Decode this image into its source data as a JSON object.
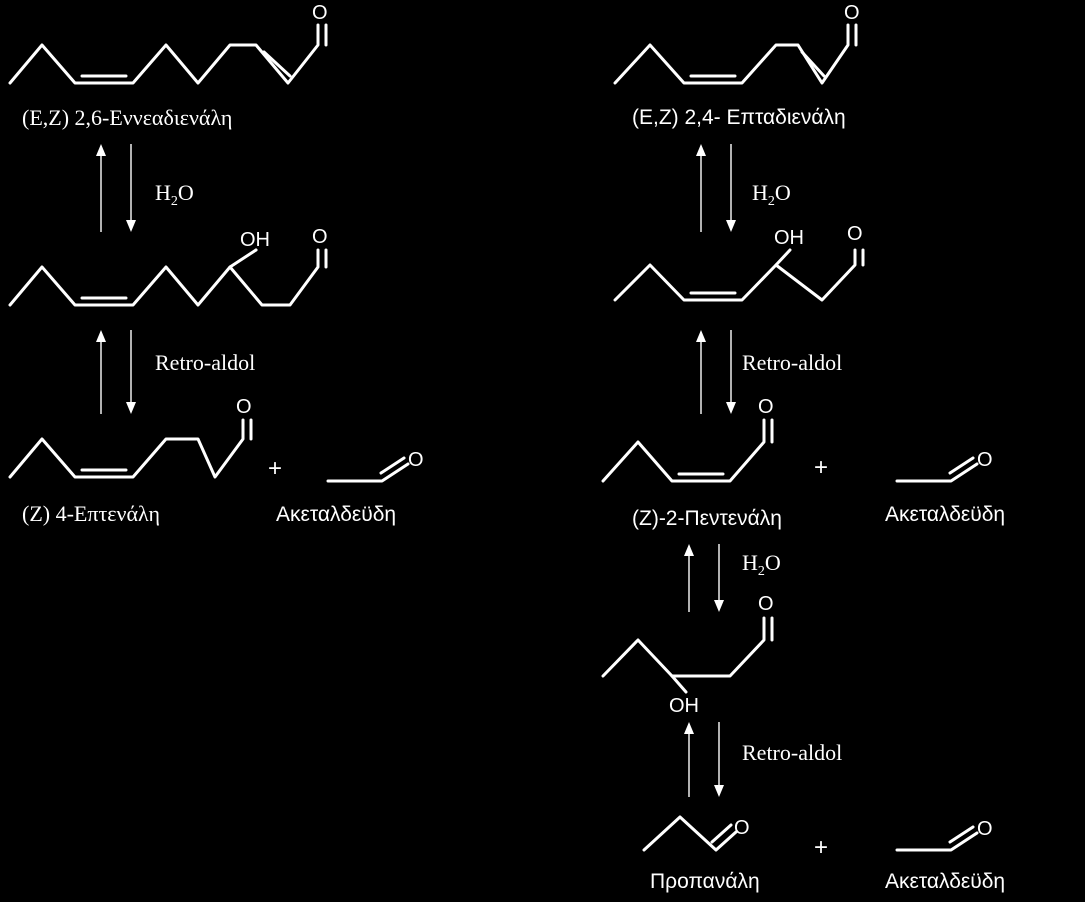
{
  "left": {
    "label_top": "(E,Z) 2,6-Εννεαδιενάλη",
    "reagent_1": "H",
    "reagent_1_sub": "2",
    "reagent_1_tail": "O",
    "hydroxyl": "OH",
    "reagent_2": "Retro-aldol",
    "label_bottom": "(Z) 4-Επτενάλη",
    "plus": "+",
    "label_acetaldehyde": "Ακεταλδεϋδη"
  },
  "right": {
    "label_top": "(E,Z) 2,4- Επταδιενάλη",
    "reagent_1": "H",
    "reagent_1_sub": "2",
    "reagent_1_tail": "O",
    "hydroxyl": "OH",
    "reagent_2": "Retro-aldol",
    "label_mid": "(Z)-2-Πεντενάλη",
    "plus_1": "+",
    "label_acetaldehyde_1": "Ακεταλδεϋδη",
    "reagent_3": "H",
    "reagent_3_sub": "2",
    "reagent_3_tail": "O",
    "hydroxyl_2": "OH",
    "reagent_4": "Retro-aldol",
    "label_bottom": "Προπανάλη",
    "plus_2": "+",
    "label_acetaldehyde_2": "Ακεταλδεϋδη"
  },
  "atoms": {
    "oxygen": "O"
  }
}
